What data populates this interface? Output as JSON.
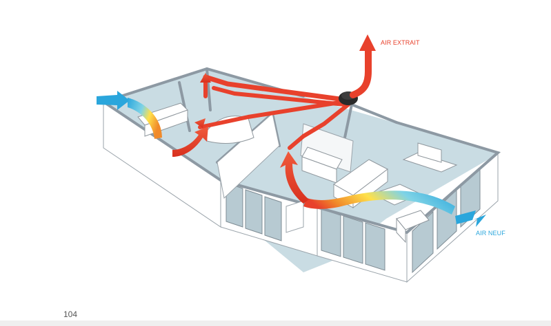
{
  "labels": {
    "extract_air": "AIR EXTRAIT",
    "fresh_air": "AIR NEUF"
  },
  "page": {
    "number": "104"
  },
  "colors": {
    "extract": "#e8412c",
    "fresh": "#2aa6dc",
    "wall_top": "#8d99a3",
    "floor": "#c9dce3"
  },
  "icons": {
    "extract_outlet": "red-up-arrow",
    "fresh_inlet": "blue-arrow",
    "ventilation_unit": "vmc-unit"
  }
}
